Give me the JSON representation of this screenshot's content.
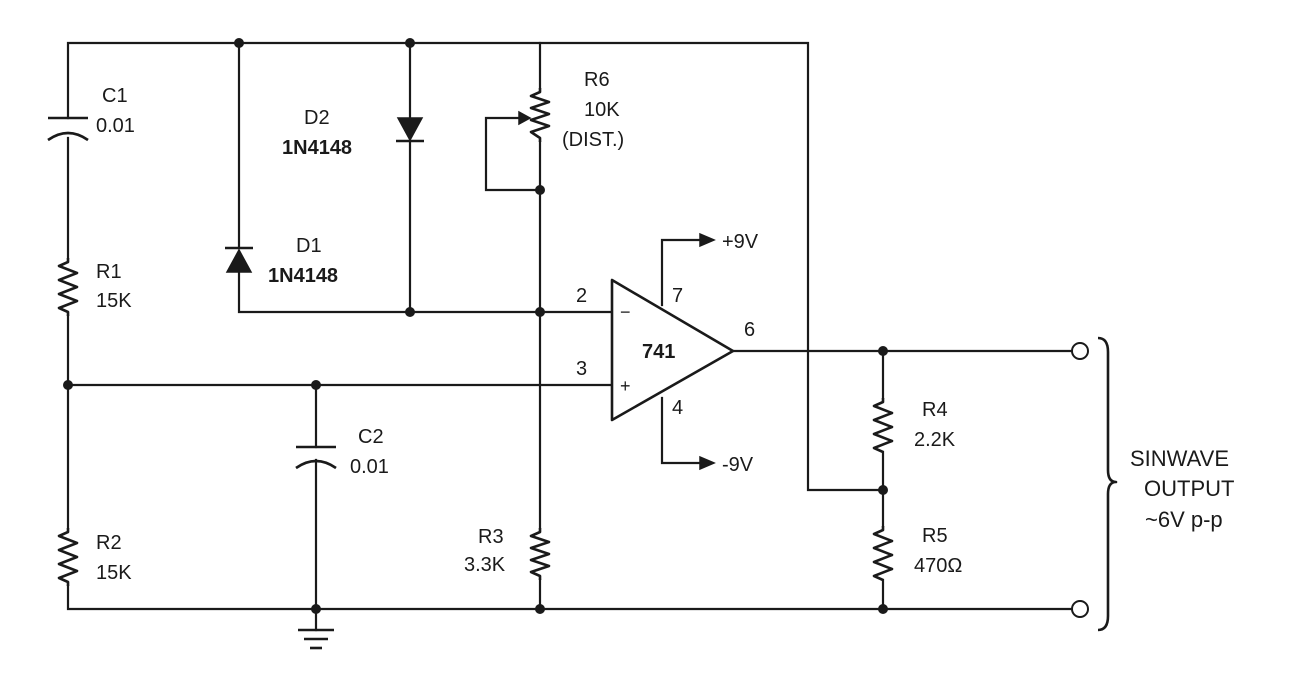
{
  "components": {
    "c1": {
      "ref": "C1",
      "value": "0.01"
    },
    "c2": {
      "ref": "C2",
      "value": "0.01"
    },
    "r1": {
      "ref": "R1",
      "value": "15K"
    },
    "r2": {
      "ref": "R2",
      "value": "15K"
    },
    "r3": {
      "ref": "R3",
      "value": "3.3K"
    },
    "r4": {
      "ref": "R4",
      "value": "2.2K"
    },
    "r5": {
      "ref": "R5",
      "value": "470Ω"
    },
    "r6": {
      "ref": "R6",
      "value": "10K",
      "note": "(DIST.)"
    },
    "d1": {
      "ref": "D1",
      "part": "1N4148"
    },
    "d2": {
      "ref": "D2",
      "part": "1N4148"
    },
    "opamp": {
      "part": "741",
      "pin_inv": "2",
      "pin_noninv": "3",
      "pin_out": "6",
      "pin_vpos": "7",
      "pin_vneg": "4",
      "minus_sign": "−",
      "plus_sign": "+"
    }
  },
  "supply": {
    "positive": "+9V",
    "negative": "-9V"
  },
  "output": {
    "line1": "SINWAVE",
    "line2": "OUTPUT",
    "line3": "~6V p-p"
  }
}
